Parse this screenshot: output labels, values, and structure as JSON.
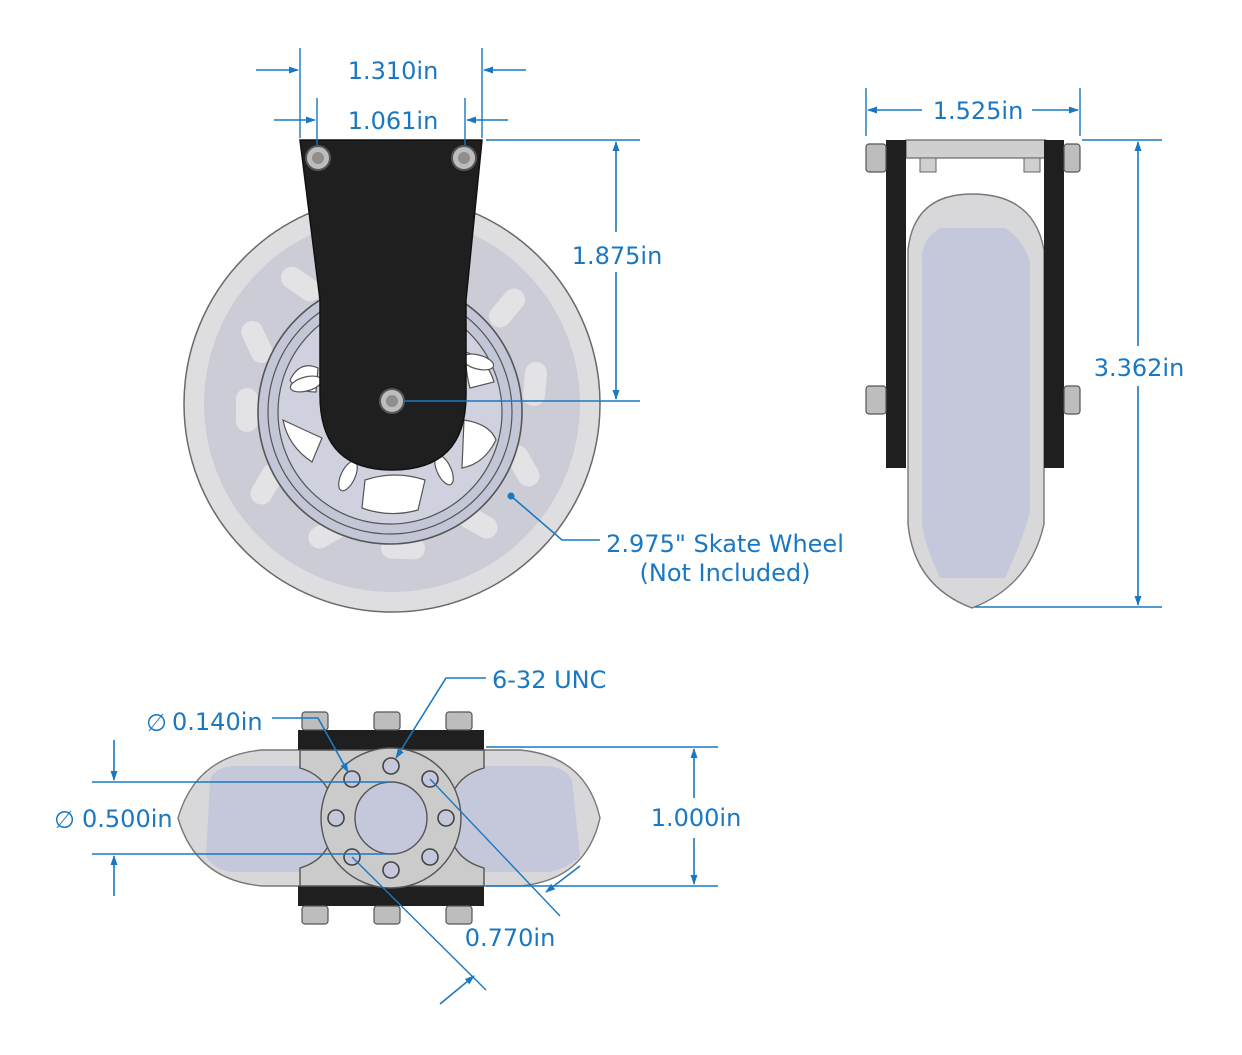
{
  "colors": {
    "dimension": "#1a78c2",
    "bracket": "#1e1f1e",
    "wheel_urethane": "#d9d9dc",
    "wheel_core": "#c3c6d8",
    "hub_metal": "#c9c9c9",
    "edge": "#5a5a5a"
  },
  "front_view": {
    "dim_top_outer": "1.310in",
    "dim_top_inner": "1.061in",
    "dim_height": "1.875in",
    "callout_line1": "2.975\" Skate Wheel",
    "callout_line2": "(Not Included)"
  },
  "side_view": {
    "dim_width": "1.525in",
    "dim_height": "3.362in"
  },
  "bottom_view": {
    "thread_callout": "6-32 UNC",
    "hole_diameter": "0.140in",
    "bore_diameter": "0.500in",
    "dim_width": "1.000in",
    "bolt_circle": "0.770in",
    "diameter_symbol": "∅"
  }
}
